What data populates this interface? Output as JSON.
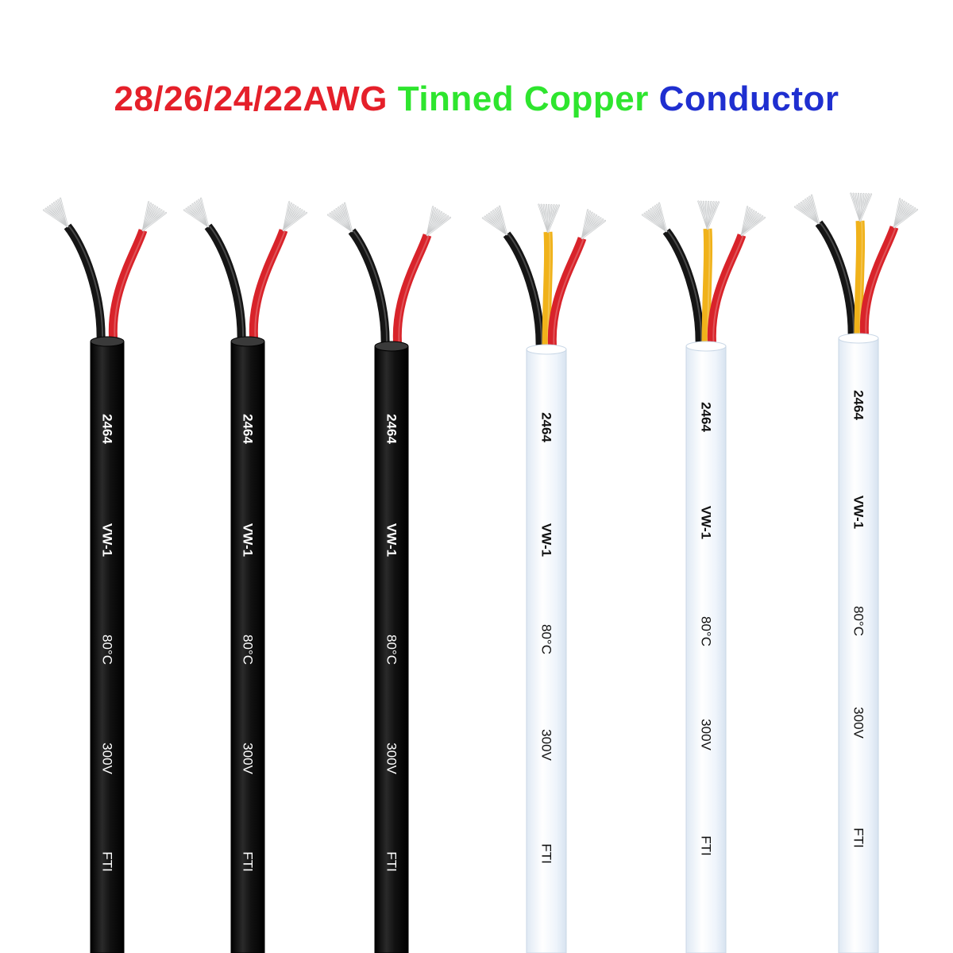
{
  "headline": {
    "part1": "28/26/24/22AWG",
    "part2": "Tinned Copper",
    "part3": "Conductor",
    "color1": "#e5202a",
    "color2": "#2ee52e",
    "color3": "#1f2fd0"
  },
  "cable_markings": [
    "2464",
    "VW-1",
    "80°C",
    "300V",
    "FTI"
  ],
  "cables": [
    {
      "jacket": "black",
      "cores": [
        "black",
        "red"
      ]
    },
    {
      "jacket": "black",
      "cores": [
        "black",
        "red"
      ]
    },
    {
      "jacket": "black",
      "cores": [
        "black",
        "red"
      ]
    },
    {
      "jacket": "white",
      "cores": [
        "black",
        "yellow",
        "red"
      ]
    },
    {
      "jacket": "white",
      "cores": [
        "black",
        "yellow",
        "red"
      ]
    },
    {
      "jacket": "white",
      "cores": [
        "black",
        "yellow",
        "red"
      ]
    }
  ],
  "colors": {
    "black_jacket": "#121212",
    "white_jacket": "#f2f6fb",
    "red_core": "#d8232a",
    "yellow_core": "#f0b21a",
    "black_core": "#151515",
    "tinned_copper": "#c9cbcc",
    "marking_on_black": "#ffffff",
    "marking_on_white": "#111111"
  }
}
